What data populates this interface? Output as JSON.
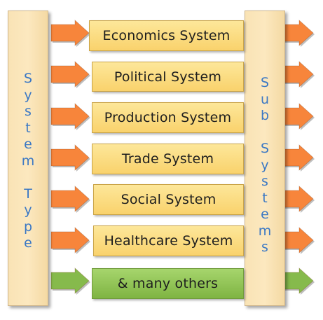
{
  "left_column": {
    "label": "System Type"
  },
  "right_column": {
    "label": "Sub Systems"
  },
  "systems": [
    {
      "label": "Economics System",
      "color": "yellow"
    },
    {
      "label": "Political System",
      "color": "yellow"
    },
    {
      "label": "Production System",
      "color": "yellow"
    },
    {
      "label": "Trade System",
      "color": "yellow"
    },
    {
      "label": "Social System",
      "color": "yellow"
    },
    {
      "label": "Healthcare System",
      "color": "yellow"
    },
    {
      "label": "& many others",
      "color": "green"
    }
  ],
  "colors": {
    "orange_arrow": "#f7853b",
    "green_arrow": "#86ba4c",
    "pillar_text": "#3b78c4"
  }
}
